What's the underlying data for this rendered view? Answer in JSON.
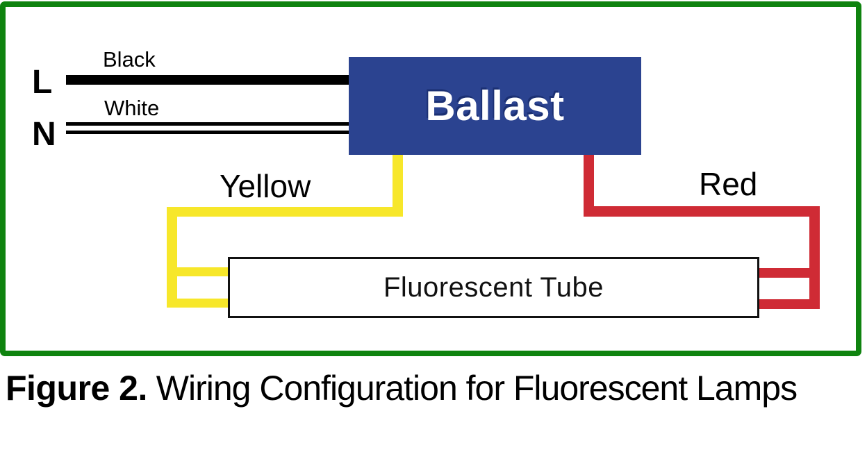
{
  "figure": {
    "frame_color": "#0f830f",
    "terminals": {
      "line_label": "L",
      "neutral_label": "N"
    },
    "wires": {
      "black": {
        "label": "Black",
        "color": "#000000"
      },
      "white": {
        "label": "White",
        "color": "#ffffff",
        "outline": "#000000"
      },
      "yellow": {
        "label": "Yellow",
        "color": "#f7e72a"
      },
      "red": {
        "label": "Red",
        "color": "#cf2b35"
      }
    },
    "ballast": {
      "label": "Ballast",
      "fill": "#2b4390",
      "text_color": "#ffffff"
    },
    "tube": {
      "label": "Fluorescent Tube"
    }
  },
  "caption": {
    "bold": "Figure 2.",
    "rest": " Wiring Configuration for Fluorescent Lamps"
  }
}
